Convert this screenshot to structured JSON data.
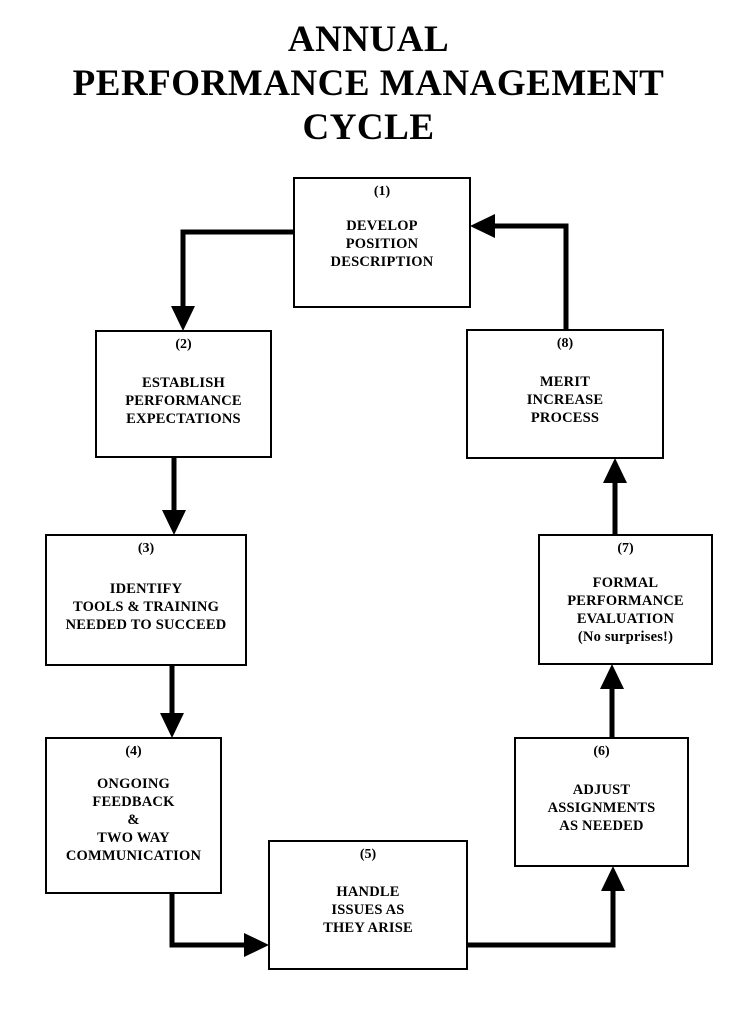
{
  "title": {
    "lines": [
      "ANNUAL",
      "PERFORMANCE MANAGEMENT",
      "CYCLE"
    ],
    "line1": "ANNUAL",
    "line2": "PERFORMANCE MANAGEMENT",
    "line3": "CYCLE"
  },
  "colors": {
    "background": "#ffffff",
    "stroke": "#000000",
    "text": "#000000"
  },
  "nodes": [
    {
      "number": "(1)",
      "lines": [
        "DEVELOP",
        "POSITION",
        "DESCRIPTION"
      ],
      "l1": "DEVELOP",
      "l2": "POSITION",
      "l3": "DESCRIPTION",
      "l4": "",
      "l5": ""
    },
    {
      "number": "(2)",
      "lines": [
        "ESTABLISH",
        "PERFORMANCE",
        "EXPECTATIONS"
      ],
      "l1": "ESTABLISH",
      "l2": "PERFORMANCE",
      "l3": "EXPECTATIONS",
      "l4": "",
      "l5": ""
    },
    {
      "number": "(3)",
      "lines": [
        "IDENTIFY",
        "TOOLS & TRAINING",
        "NEEDED TO SUCCEED"
      ],
      "l1": "IDENTIFY",
      "l2": "TOOLS & TRAINING",
      "l3": "NEEDED TO SUCCEED",
      "l4": "",
      "l5": ""
    },
    {
      "number": "(4)",
      "lines": [
        "ONGOING",
        "FEEDBACK",
        "&",
        "TWO WAY",
        "COMMUNICATION"
      ],
      "l1": "ONGOING",
      "l2": "FEEDBACK",
      "l3": "&",
      "l4": "TWO WAY",
      "l5": "COMMUNICATION"
    },
    {
      "number": "(5)",
      "lines": [
        "HANDLE",
        "ISSUES AS",
        "THEY ARISE"
      ],
      "l1": "HANDLE",
      "l2": "ISSUES AS",
      "l3": "THEY ARISE",
      "l4": "",
      "l5": ""
    },
    {
      "number": "(6)",
      "lines": [
        "ADJUST",
        "ASSIGNMENTS",
        "AS NEEDED"
      ],
      "l1": "ADJUST",
      "l2": "ASSIGNMENTS",
      "l3": "AS NEEDED",
      "l4": "",
      "l5": ""
    },
    {
      "number": "(7)",
      "lines": [
        "FORMAL",
        "PERFORMANCE",
        "EVALUATION",
        "(No surprises!)"
      ],
      "l1": "FORMAL",
      "l2": "PERFORMANCE",
      "l3": "EVALUATION",
      "l4": "(No surprises!)",
      "l5": ""
    },
    {
      "number": "(8)",
      "lines": [
        "MERIT",
        "INCREASE",
        "PROCESS"
      ],
      "l1": "MERIT",
      "l2": "INCREASE",
      "l3": "PROCESS",
      "l4": "",
      "l5": ""
    }
  ],
  "connectors": [
    {
      "from": "(1)",
      "to": "(2)",
      "direction": "down"
    },
    {
      "from": "(2)",
      "to": "(3)",
      "direction": "down"
    },
    {
      "from": "(3)",
      "to": "(4)",
      "direction": "down"
    },
    {
      "from": "(4)",
      "to": "(5)",
      "direction": "right"
    },
    {
      "from": "(5)",
      "to": "(6)",
      "direction": "up"
    },
    {
      "from": "(6)",
      "to": "(7)",
      "direction": "up"
    },
    {
      "from": "(7)",
      "to": "(8)",
      "direction": "up"
    },
    {
      "from": "(8)",
      "to": "(1)",
      "direction": "left"
    }
  ]
}
